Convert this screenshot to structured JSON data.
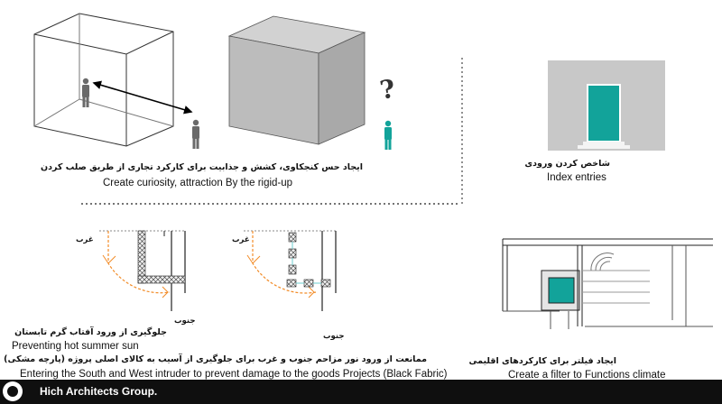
{
  "diagram1": {
    "caption_fa": "ایجاد حس کنجکاوی، کشش و جذابیت برای کارکرد تجاری از طریق صلب کردن",
    "caption_en": "Create curiosity, attraction By the rigid-up",
    "question_mark": "?"
  },
  "diagram2": {
    "caption_fa": "شاخص کردن ورودی",
    "caption_en": "Index entries"
  },
  "diagram3": {
    "west_label_left": "غرب",
    "south_label_left": "جنوب",
    "west_label_right": "غرب",
    "south_label_right": "جنوب",
    "caption_fa": "جلوگیری از ورود آفتاب گرم تابستان",
    "caption_en": "Preventing hot summer sun",
    "caption2_fa": "ممانعت از ورود نور مزاحم جنوب و غرب برای جلوگیری از آسیب به کالای اصلی پروژه (پارچه مشکی)",
    "caption2_en": "Entering the South and West intruder to prevent damage to the goods Projects (Black Fabric)"
  },
  "diagram4": {
    "caption_fa": "ایجاد فیلتر برای کارکردهای اقلیمی",
    "caption_en": "Create a filter to Functions climate"
  },
  "footer": {
    "firm": "Hich Architects Group."
  },
  "colors": {
    "teal": "#12a39a",
    "gray": "#c8c8c8",
    "orange": "#f28c28",
    "dark": "#0f0f0f"
  }
}
